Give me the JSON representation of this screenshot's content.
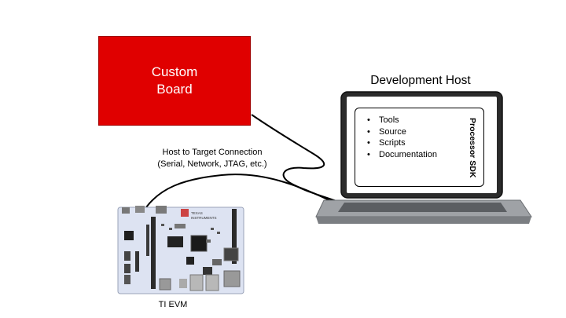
{
  "custom_board": {
    "line1": "Custom",
    "line2": "Board",
    "fill": "#e00000"
  },
  "connection": {
    "line1": "Host to Target Connection",
    "line2": "(Serial, Network, JTAG, etc.)"
  },
  "host": {
    "title": "Development Host",
    "sdk_label": "Processor SDK",
    "sdk_items": [
      "Tools",
      "Source",
      "Scripts",
      "Documentation"
    ]
  },
  "evm": {
    "label": "TI EVM",
    "board_color": "#dde3f2"
  }
}
